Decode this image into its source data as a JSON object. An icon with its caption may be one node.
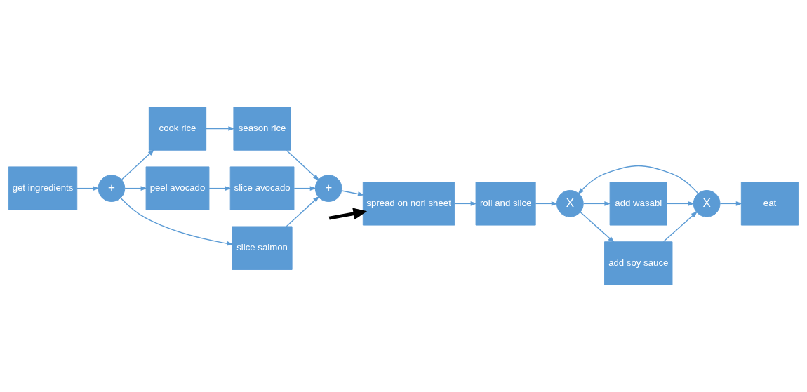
{
  "diagram": {
    "nodes": [
      {
        "text": [
          "get ingredients"
        ]
      },
      {
        "text": [
          "+"
        ]
      },
      {
        "text": [
          "cook rice"
        ]
      },
      {
        "text": [
          "season rice"
        ]
      },
      {
        "text": [
          "peel avocado"
        ]
      },
      {
        "text": [
          "slice avocado"
        ]
      },
      {
        "text": [
          "slice salmon"
        ]
      },
      {
        "text": [
          "+"
        ]
      },
      {
        "text": [
          "spread on nori sheet"
        ]
      },
      {
        "text": [
          "roll and slice"
        ]
      },
      {
        "text": [
          "eat"
        ]
      },
      {
        "text": [
          "X"
        ]
      },
      {
        "text": [
          "add wasabi"
        ]
      },
      {
        "text": [
          "add soy sauce"
        ]
      },
      {
        "text": [
          "X"
        ]
      }
    ],
    "edges": [
      {
        "from": 0,
        "to": 1,
        "arrow": "to"
      },
      {
        "from": 1,
        "to": 2,
        "arrow": "to"
      },
      {
        "from": 1,
        "to": 4,
        "arrow": "to"
      },
      {
        "from": 1,
        "to": 6,
        "arrow": "to"
      },
      {
        "from": 2,
        "to": 3,
        "arrow": "to"
      },
      {
        "from": 4,
        "to": 5,
        "arrow": "to"
      },
      {
        "from": 3,
        "to": 7,
        "arrow": "to"
      },
      {
        "from": 5,
        "to": 7,
        "arrow": "to"
      },
      {
        "from": 6,
        "to": 7,
        "arrow": "to"
      },
      {
        "from": 7,
        "to": 8,
        "arrow": "to"
      },
      {
        "from": 8,
        "to": 9,
        "arrow": "to"
      },
      {
        "from": 9,
        "to": 14,
        "arrow": "to"
      },
      {
        "from": 14,
        "to": 12,
        "arrow": "to"
      },
      {
        "from": 14,
        "to": 13,
        "arrow": "to"
      },
      {
        "from": 12,
        "to": 11,
        "arrow": "to"
      },
      {
        "from": 13,
        "to": 11,
        "arrow": "to"
      },
      {
        "from": 11,
        "to": 10,
        "arrow": "to"
      },
      {
        "from": 11,
        "to": 14,
        "arrow": "to"
      },
      {
        "from": null,
        "to": 8,
        "arrow": "to",
        "style": "thick",
        "color": "#000000"
      }
    ]
  }
}
